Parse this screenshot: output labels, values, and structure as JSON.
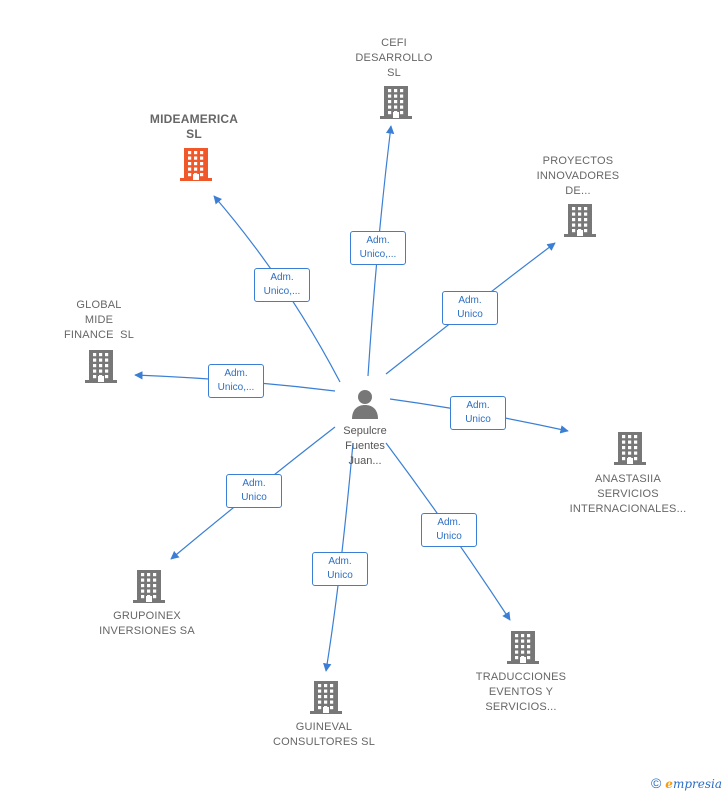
{
  "center": {
    "name_lines": [
      "Sepulcre",
      "Fuentes",
      "Juan..."
    ]
  },
  "nodes": [
    {
      "id": "cefi",
      "lines": [
        "CEFI",
        "DESARROLLO",
        "SL"
      ],
      "highlight": false,
      "color": "#777777",
      "edge_label": [
        "Adm.",
        "Unico,..."
      ]
    },
    {
      "id": "mideamerica",
      "lines": [
        "MIDEAMERICA",
        "SL"
      ],
      "highlight": true,
      "color": "#f0582a",
      "edge_label": [
        "Adm.",
        "Unico,..."
      ]
    },
    {
      "id": "proyectos",
      "lines": [
        "PROYECTOS",
        "INNOVADORES",
        "DE..."
      ],
      "highlight": false,
      "color": "#777777",
      "edge_label": [
        "Adm.",
        "Unico"
      ]
    },
    {
      "id": "global",
      "lines": [
        "GLOBAL",
        "MIDE",
        "FINANCE  SL"
      ],
      "highlight": false,
      "color": "#777777",
      "edge_label": [
        "Adm.",
        "Unico,..."
      ]
    },
    {
      "id": "anastasiia",
      "lines": [
        "ANASTASIIA",
        "SERVICIOS",
        "INTERNACIONALES..."
      ],
      "highlight": false,
      "color": "#777777",
      "edge_label": [
        "Adm.",
        "Unico"
      ]
    },
    {
      "id": "grupoinex",
      "lines": [
        "GRUPOINEX",
        "INVERSIONES SA"
      ],
      "highlight": false,
      "color": "#777777",
      "edge_label": [
        "Adm.",
        "Unico"
      ]
    },
    {
      "id": "guineval",
      "lines": [
        "GUINEVAL",
        "CONSULTORES SL"
      ],
      "highlight": false,
      "color": "#777777",
      "edge_label": [
        "Adm.",
        "Unico"
      ]
    },
    {
      "id": "traducciones",
      "lines": [
        "TRADUCCIONES",
        "EVENTOS Y",
        "SERVICIOS..."
      ],
      "highlight": false,
      "color": "#777777",
      "edge_label": [
        "Adm.",
        "Unico"
      ]
    }
  ],
  "colors": {
    "edge": "#3a7fd5",
    "building": "#777777",
    "highlight_building": "#f0582a",
    "person": "#777777"
  },
  "footer": {
    "copyright": "©",
    "brand_initial": "e",
    "brand_rest": "mpresia"
  }
}
